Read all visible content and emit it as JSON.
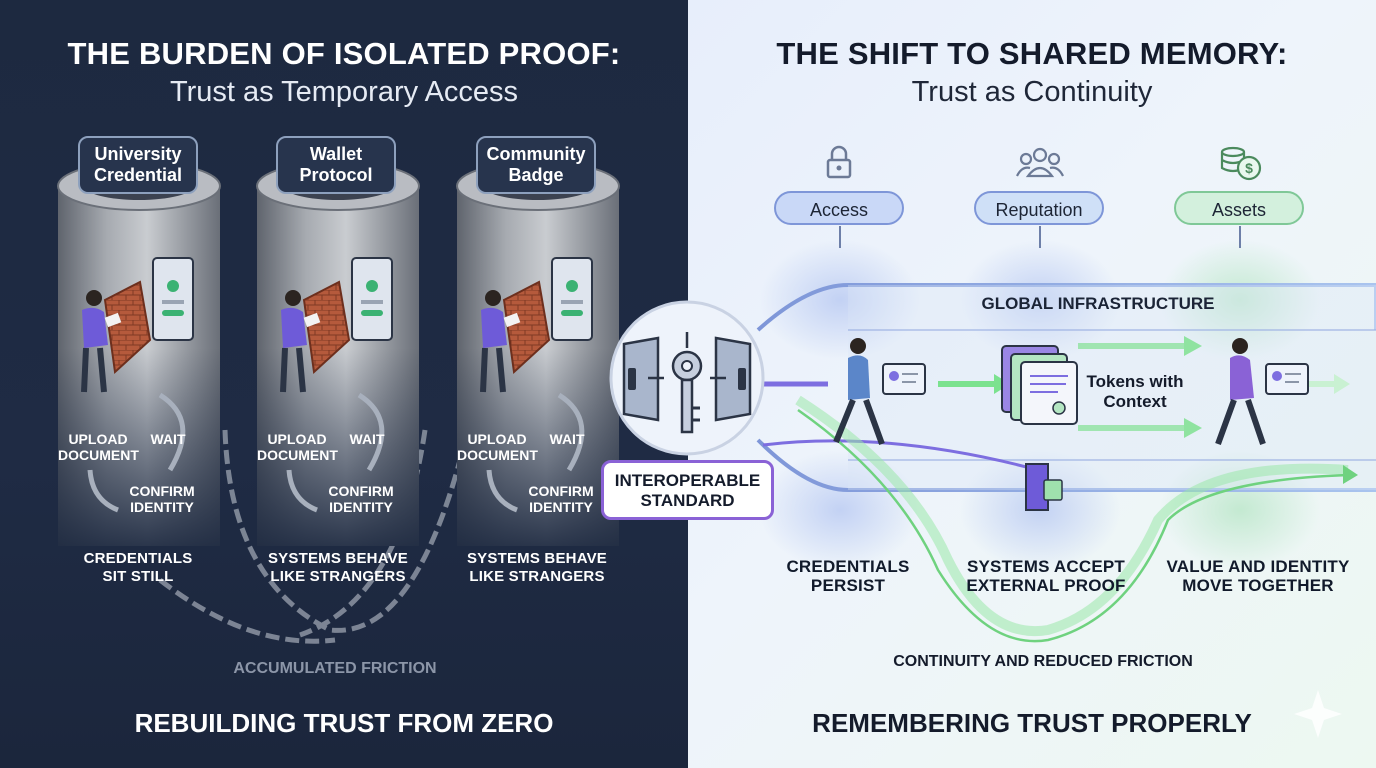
{
  "left": {
    "title": "THE BURDEN OF ISOLATED PROOF:",
    "subtitle": "Trust as Temporary Access",
    "silos": [
      {
        "label_line1": "University",
        "label_line2": "Credential",
        "caption_line1": "CREDENTIALS",
        "caption_line2": "SIT STILL"
      },
      {
        "label_line1": "Wallet",
        "label_line2": "Protocol",
        "caption_line1": "SYSTEMS BEHAVE",
        "caption_line2": "LIKE STRANGERS"
      },
      {
        "label_line1": "Community",
        "label_line2": "Badge",
        "caption_line1": "SYSTEMS BEHAVE",
        "caption_line2": "LIKE STRANGERS"
      }
    ],
    "steps": {
      "upload_line1": "UPLOAD",
      "upload_line2": "DOCUMENT",
      "wait": "WAIT",
      "confirm_line1": "CONFIRM",
      "confirm_line2": "IDENTITY"
    },
    "friction": "ACCUMULATED FRICTION",
    "footer": "REBUILDING TRUST FROM ZERO"
  },
  "center": {
    "badge_line1": "INTEROPERABLE",
    "badge_line2": "STANDARD"
  },
  "right": {
    "title": "THE SHIFT TO SHARED MEMORY:",
    "subtitle": "Trust as Continuity",
    "pillars": [
      {
        "label": "Access",
        "icon": "lock-icon",
        "color": "#c9d8f7"
      },
      {
        "label": "Reputation",
        "icon": "people-icon",
        "color": "#cfe0f7"
      },
      {
        "label": "Assets",
        "icon": "coins-icon",
        "color": "#d3f0dd"
      }
    ],
    "infrastructure": "GLOBAL INFRASTRUCTURE",
    "tokens_line1": "Tokens with",
    "tokens_line2": "Context",
    "captions": [
      {
        "line1": "CREDENTIALS",
        "line2": "PERSIST"
      },
      {
        "line1": "SYSTEMS ACCEPT",
        "line2": "EXTERNAL PROOF"
      },
      {
        "line1": "VALUE AND IDENTITY",
        "line2": "MOVE TOGETHER"
      }
    ],
    "continuity": "CONTINUITY AND REDUCED FRICTION",
    "footer": "REMEMBERING TRUST PROPERLY"
  },
  "colors": {
    "dark_bg": "#1d2940",
    "light_bg": "#eef4fb",
    "accent_purple": "#7c4dd6",
    "accent_green": "#7be28f",
    "brick": "#b55a3c"
  }
}
